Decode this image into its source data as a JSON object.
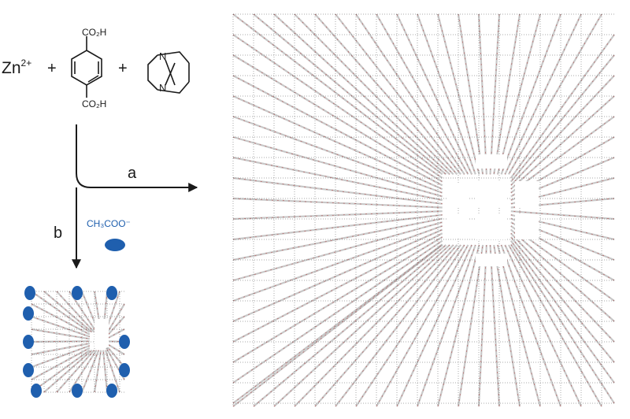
{
  "reactants": {
    "metal_ion": "Zn",
    "metal_charge": "2+",
    "plus_1": "+",
    "plus_2": "+",
    "terephthalic_top_group": "CO₂H",
    "terephthalic_bottom_group": "CO₂H",
    "dabco_n_top": "N",
    "dabco_n_bottom": "N"
  },
  "pathways": {
    "a_label": "a",
    "b_label": "b",
    "modulator_label": "CH₃COO⁻"
  },
  "colors": {
    "modulator_blue": "#1f5fae",
    "framework_gray": "#9a9a9a",
    "oxygen_red": "#b03030",
    "ink": "#1a1a1a"
  },
  "icons": {
    "acetate_marker": "blue-ellipse",
    "arrow": "arrow-head"
  }
}
